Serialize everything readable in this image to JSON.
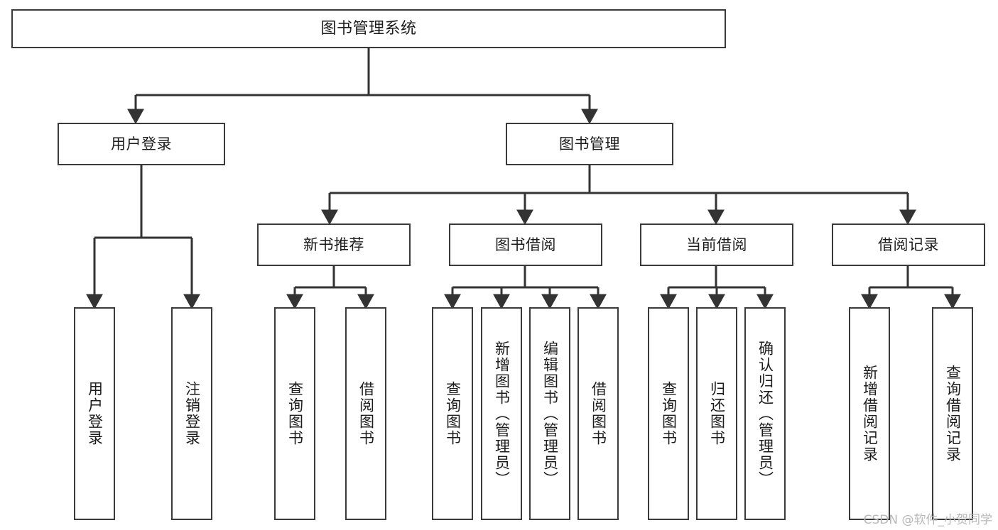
{
  "diagram": {
    "type": "tree",
    "title": "图书管理系统",
    "style": {
      "box_fill": "#ffffff",
      "box_stroke": "#3a3a3a",
      "connector_color": "#333333",
      "background": "#ffffff",
      "watermark_color": "#b8b8b8"
    },
    "nodes": {
      "root": {
        "label": "图书管理系统"
      },
      "level2": [
        {
          "label": "用户登录"
        },
        {
          "label": "图书管理"
        }
      ],
      "level3": [
        {
          "label": "新书推荐"
        },
        {
          "label": "图书借阅"
        },
        {
          "label": "当前借阅"
        },
        {
          "label": "借阅记录"
        }
      ],
      "leaves": {
        "user_login": [
          {
            "label": "用户登录"
          },
          {
            "label": "注销登录"
          }
        ],
        "new_book_recommend": [
          {
            "label": "查询图书"
          },
          {
            "label": "借阅图书"
          }
        ],
        "book_borrow": [
          {
            "label": "查询图书"
          },
          {
            "label": "新增图书（管理员）"
          },
          {
            "label": "编辑图书（管理员）"
          },
          {
            "label": "借阅图书"
          }
        ],
        "current_borrow": [
          {
            "label": "查询图书"
          },
          {
            "label": "归还图书"
          },
          {
            "label": "确认归还（管理员）"
          }
        ],
        "borrow_record": [
          {
            "label": "新增借阅记录"
          },
          {
            "label": "查询借阅记录"
          }
        ]
      }
    },
    "watermark": "CSDN @软件_小贺同学"
  }
}
